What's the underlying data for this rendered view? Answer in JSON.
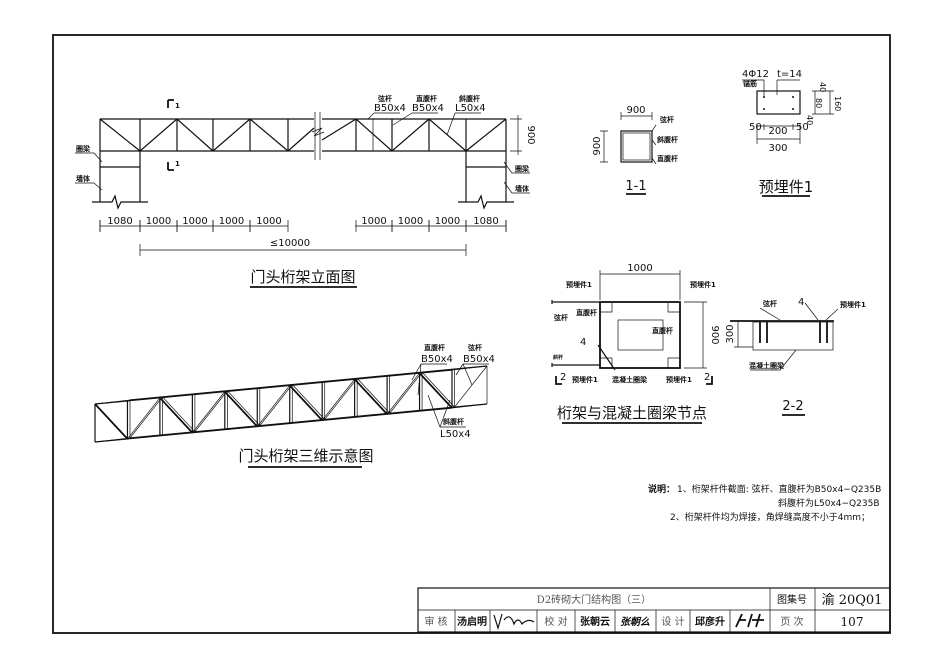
{
  "elevation": {
    "title": "门头桁架立面图",
    "labels": {
      "chord": "弦杆",
      "vertical": "直腹杆",
      "diagonal": "斜腹杆",
      "chord_spec": "B50x4",
      "vertical_spec": "B50x4",
      "diagonal_spec": "L50x4",
      "ring_beam": "圈梁",
      "wall": "墙体",
      "section_mark": "1"
    },
    "height_dim": "900",
    "dims": [
      "1080",
      "1000",
      "1000",
      "1000",
      "1000",
      "1000",
      "1000",
      "1000",
      "1080"
    ],
    "total_dim": "≤10000"
  },
  "section_1_1": {
    "title": "1-1",
    "width": "900",
    "height": "900",
    "labels": [
      "弦杆",
      "斜腹杆",
      "直腹杆"
    ]
  },
  "embedded_part": {
    "title": "预埋件1",
    "anchor": "4Φ12",
    "anchor_label": "锚筋",
    "thickness": "t=14",
    "dims_h": [
      "50",
      "200",
      "50",
      "300"
    ],
    "dims_v": [
      "40",
      "80",
      "40",
      "160"
    ]
  },
  "node_plan": {
    "title": "桁架与混凝土圈梁节点",
    "width": "1000",
    "height": "900",
    "labels": {
      "embed": "预埋件1",
      "chord": "弦杆",
      "vertical": "直腹杆",
      "weld": "4",
      "ring_beam": "混凝土圈梁",
      "section_mark": "2",
      "brace": "斜杆"
    }
  },
  "section_2_2": {
    "title": "2-2",
    "height": "300",
    "labels": {
      "chord": "弦杆",
      "embed": "预埋件1",
      "weld": "4",
      "ring_beam": "混凝土圈梁"
    }
  },
  "view3d": {
    "title": "门头桁架三维示意图",
    "labels": {
      "vertical": "直腹杆",
      "chord": "弦杆",
      "diagonal": "斜腹杆",
      "vertical_spec": "B50x4",
      "chord_spec": "B50x4",
      "diagonal_spec": "L50x4"
    }
  },
  "notes": {
    "prefix": "说明：",
    "line1": "1、桁架杆件截面: 弦杆、直腹杆为B50x4−Q235B",
    "line2": "斜腹杆为L50x4−Q235B",
    "line3": "2、桁架杆件均为焊接，角焊缝高度不小于4mm；"
  },
  "title_block": {
    "drawing_title": "D2砖砌大门结构图（三）",
    "atlas_label": "图集号",
    "atlas_no": "渝 20Q01",
    "review_label": "审 核",
    "reviewer": "汤启明",
    "check_label": "校 对",
    "checker": "张朝云",
    "checker_sign": "张朝么",
    "design_label": "设 计",
    "designer": "邱彦升",
    "page_label": "页 次",
    "page_no": "107"
  }
}
